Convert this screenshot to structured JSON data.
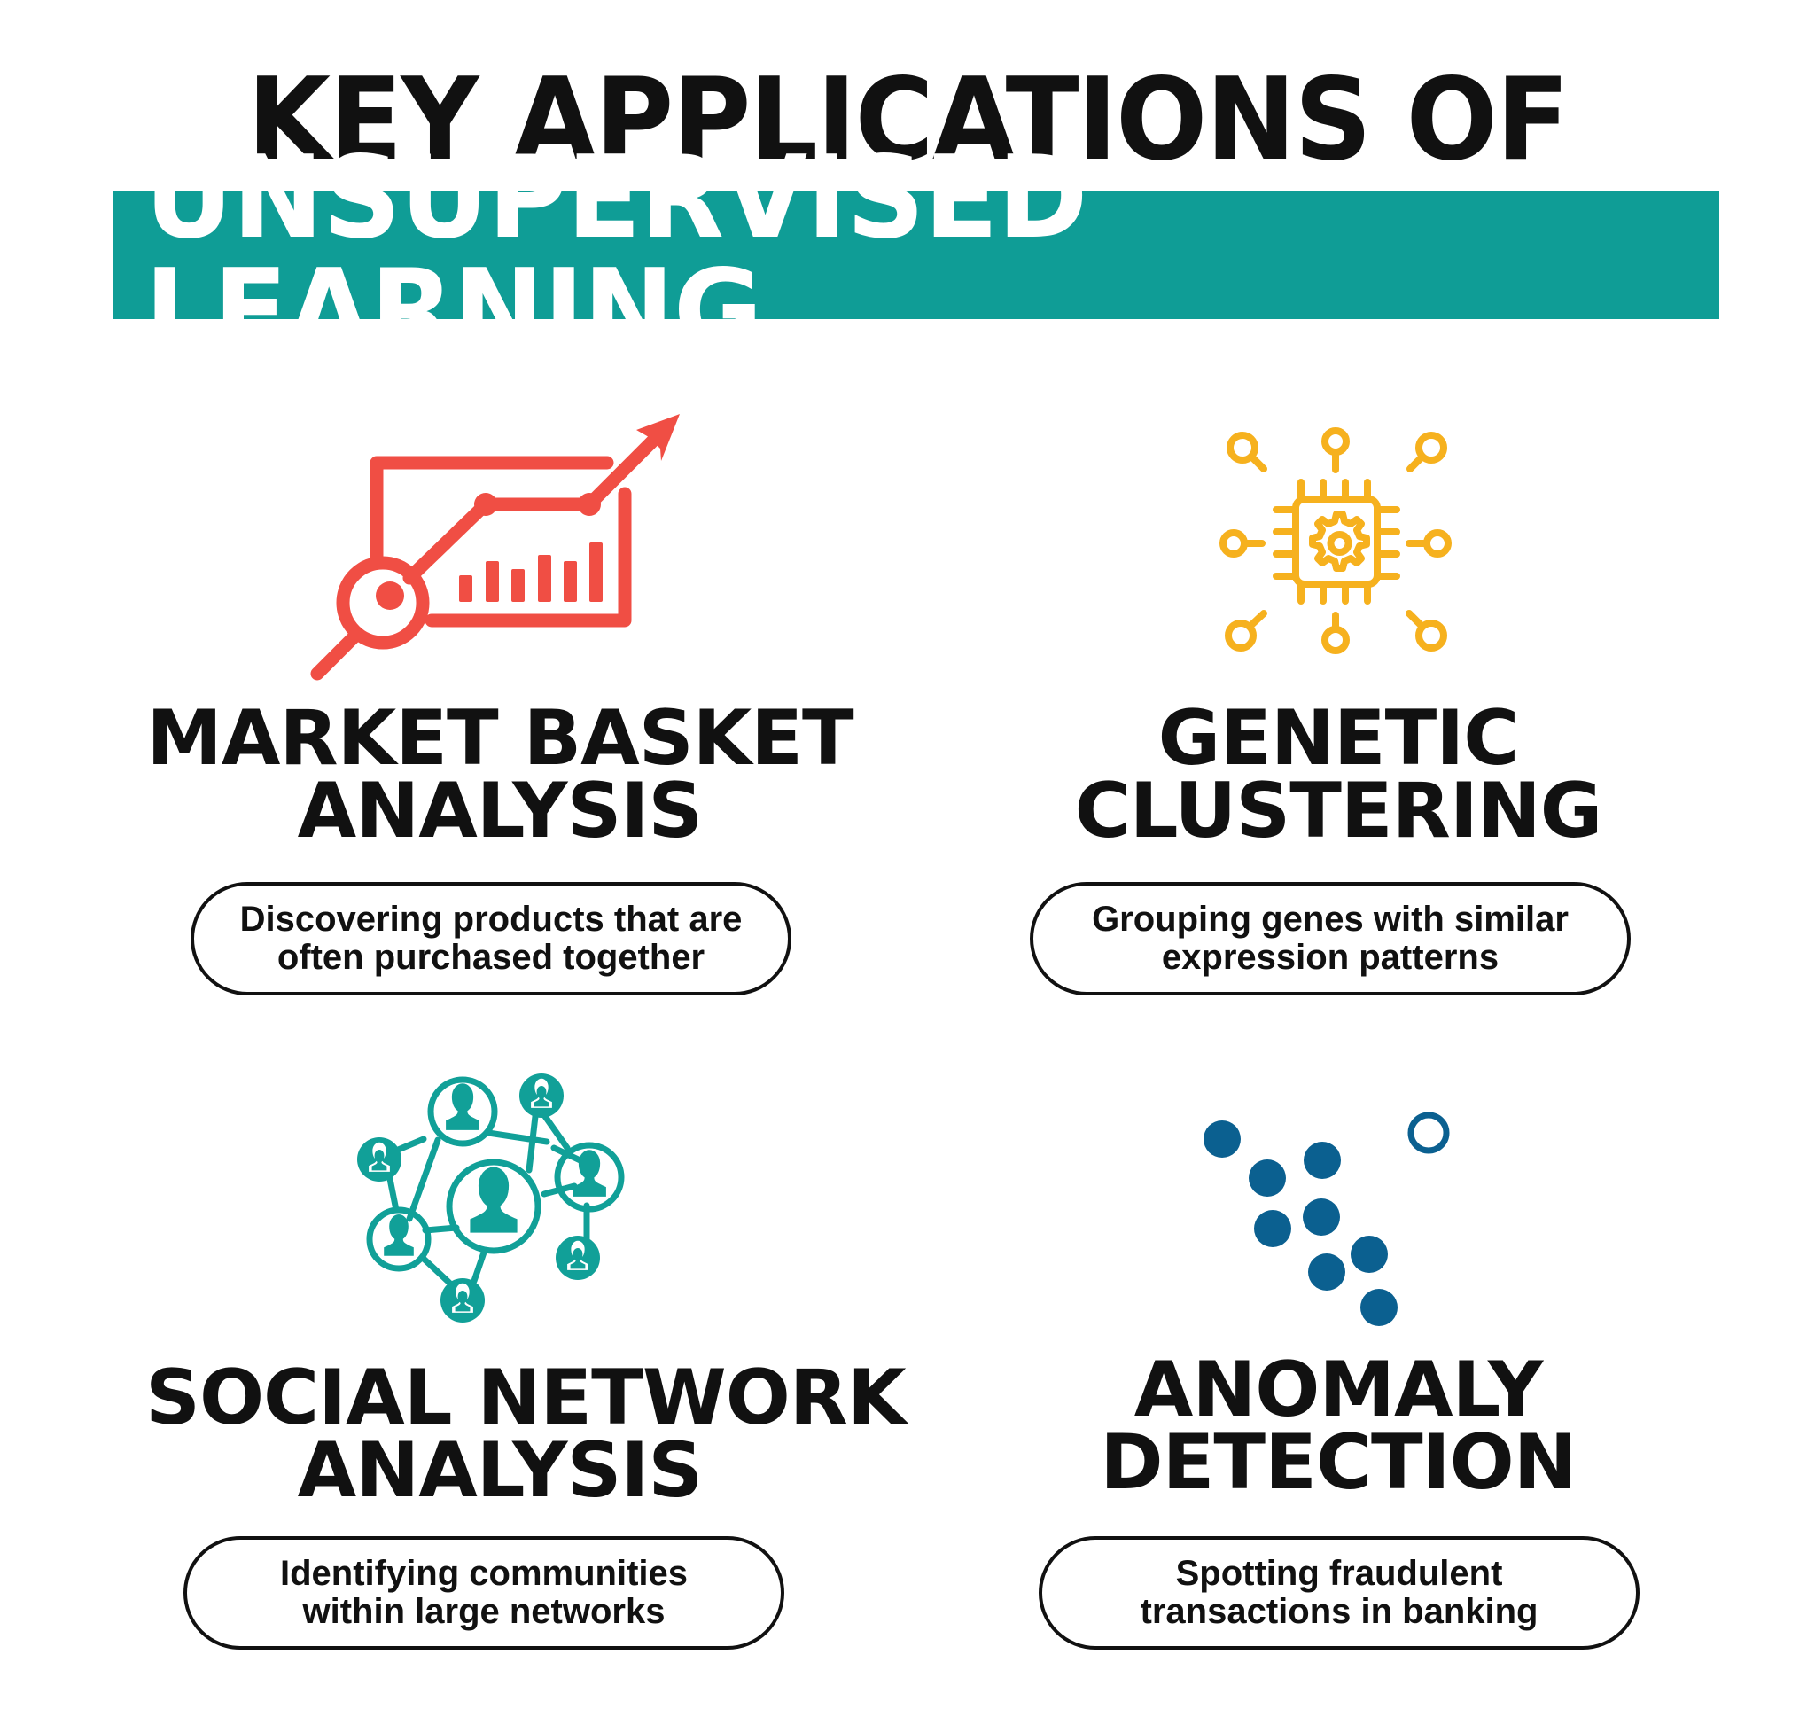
{
  "title": {
    "line1": "KEY APPLICATIONS OF",
    "line2": "UNSUPERVISED LEARNING",
    "band_color": "#0f9d96"
  },
  "applications": [
    {
      "icon": "chart-magnifier-icon",
      "color": "#f04e44",
      "heading_line1": "MARKET BASKET",
      "heading_line2": "ANALYSIS",
      "description": "Discovering products that are\noften  purchased together"
    },
    {
      "icon": "chip-gear-network-icon",
      "color": "#f6b11e",
      "heading_line1": "GENETIC",
      "heading_line2": "CLUSTERING",
      "description": "Grouping genes with similar\nexpression patterns"
    },
    {
      "icon": "social-network-people-icon",
      "color": "#11a098",
      "heading_line1": "SOCIAL NETWORK",
      "heading_line2": "ANALYSIS",
      "description": "Identifying communities\nwithin large networks"
    },
    {
      "icon": "anomaly-dots-icon",
      "color": "#0b6090",
      "heading_line1": "ANOMALY",
      "heading_line2": "DETECTION",
      "description": "Spotting fraudulent\ntransactions in banking"
    }
  ]
}
